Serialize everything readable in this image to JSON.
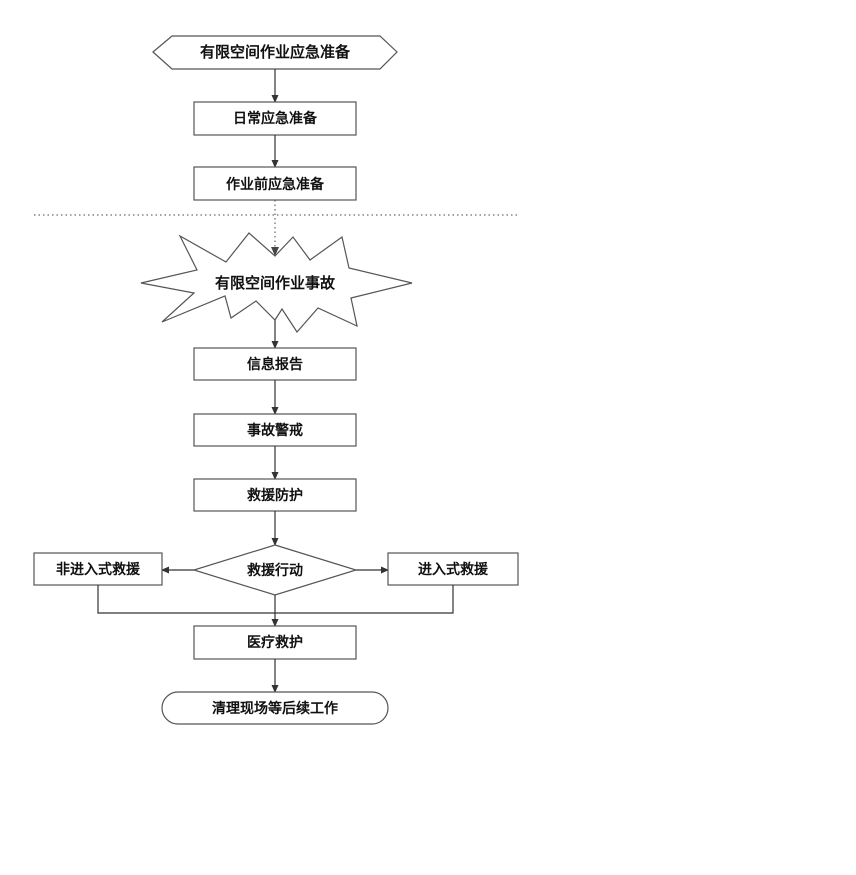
{
  "nodes": {
    "start": "有限空间作业应急准备",
    "daily_prep": "日常应急准备",
    "pre_work_prep": "作业前应急准备",
    "accident": "有限空间作业事故",
    "info_report": "信息报告",
    "alert": "事故警戒",
    "protection": "救援防护",
    "rescue_decision": "救援行动",
    "non_entry_rescue": "非进入式救援",
    "entry_rescue": "进入式救援",
    "medical": "医疗救护",
    "cleanup": "清理现场等后续工作"
  }
}
